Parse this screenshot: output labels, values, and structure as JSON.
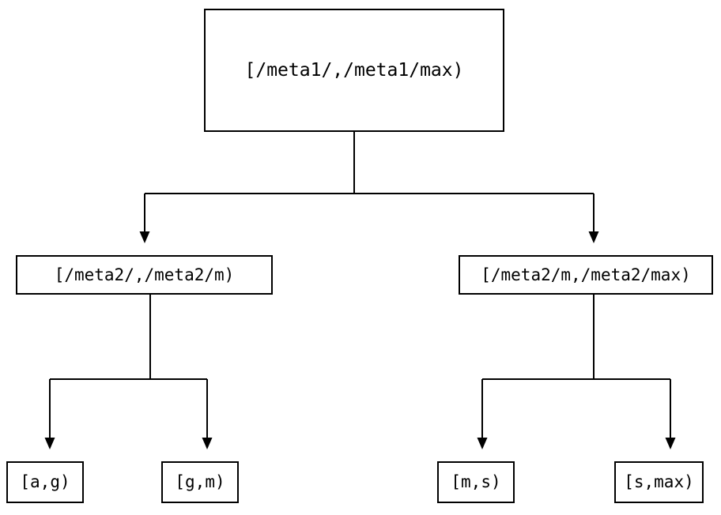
{
  "diagram": {
    "type": "tree",
    "orientation": "top-down",
    "background_color": "#ffffff",
    "stroke_color": "#000000",
    "text_color": "#000000",
    "edge_style": "orthogonal-elbow",
    "arrowhead": "filled-triangle-down",
    "nodes": {
      "root": {
        "label": "[/meta1/,/meta1/max)"
      },
      "mid_left": {
        "label": "[/meta2/,/meta2/m)"
      },
      "mid_right": {
        "label": "[/meta2/m,/meta2/max)"
      },
      "leaf_ag": {
        "label": "[a,g)"
      },
      "leaf_gm": {
        "label": "[g,m)"
      },
      "leaf_ms": {
        "label": "[m,s)"
      },
      "leaf_smax": {
        "label": "[s,max)"
      }
    },
    "edges": [
      {
        "from": "root",
        "to": "mid_left"
      },
      {
        "from": "root",
        "to": "mid_right"
      },
      {
        "from": "mid_left",
        "to": "leaf_ag"
      },
      {
        "from": "mid_left",
        "to": "leaf_gm"
      },
      {
        "from": "mid_right",
        "to": "leaf_ms"
      },
      {
        "from": "mid_right",
        "to": "leaf_smax"
      }
    ]
  }
}
